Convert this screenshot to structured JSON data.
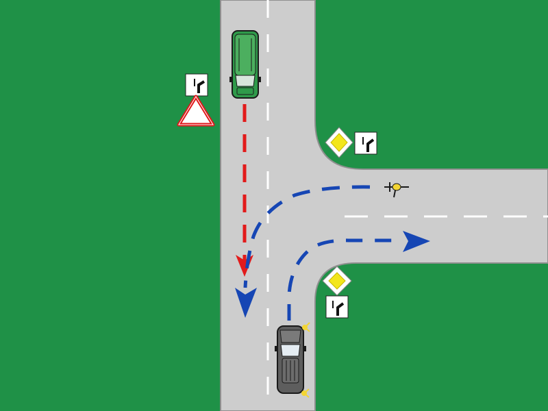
{
  "colors": {
    "grass": "#1f9147",
    "road": "#cdcdcd",
    "road_edge": "#8f8f8f",
    "lane_mark": "#ffffff",
    "red_path": "#e21b1b",
    "blue_path": "#1646b4",
    "priority_sign_fill": "#f3e61c",
    "yield_sign_border": "#e0161a"
  },
  "signs": {
    "yield_with_priority_plate": {
      "sign": "give-way-sign",
      "plate": "main-road-direction-plate"
    },
    "priority_top_right": {
      "sign": "priority-road-sign",
      "plate": "main-road-direction-plate"
    },
    "priority_bottom_right": {
      "sign": "priority-road-sign",
      "plate": "main-road-direction-plate"
    }
  },
  "vehicles": {
    "green_van": {
      "color": "#2f9a4a",
      "heading": "south"
    },
    "gray_car": {
      "color": "#5e5e5e",
      "heading": "north",
      "indicator": "right-turn"
    },
    "cyclist": {
      "heading": "west"
    }
  },
  "paths": {
    "green_van_path": {
      "vehicle": "green-van",
      "color": "red",
      "maneuver": "straight"
    },
    "cyclist_path": {
      "vehicle": "cyclist",
      "color": "blue",
      "maneuver": "left-turn"
    },
    "gray_car_path": {
      "vehicle": "gray-car",
      "color": "blue",
      "maneuver": "right-turn"
    }
  }
}
